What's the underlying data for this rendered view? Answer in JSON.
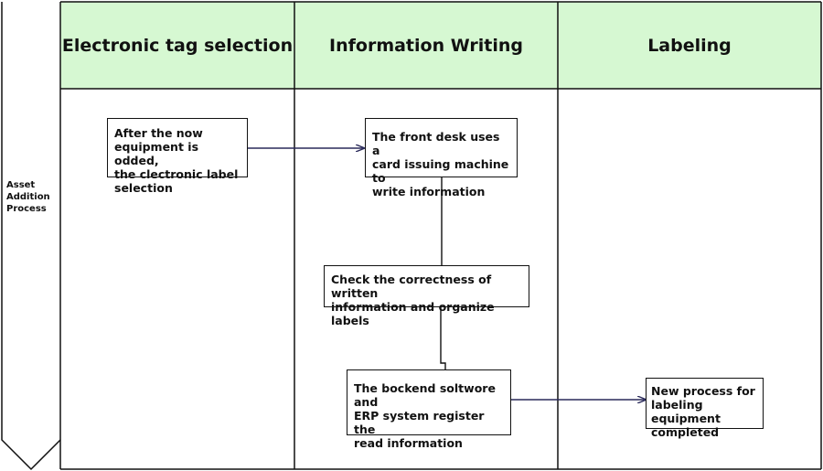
{
  "lanes": [
    {
      "title": "Electronic tag selection"
    },
    {
      "title": "Information Writing"
    },
    {
      "title": "Labeling"
    }
  ],
  "pool_label": "Asset\nAddition\nProcess",
  "steps": {
    "s1": "After the now\nequipment is odded,\nthe clectronic label\nselection",
    "s2": "The front desk uses a\ncard issuing machine to\nwrite information",
    "s3": "Check the correctness of written\ninformation and organize labels",
    "s4": "The bockend soltwore and\nERP system register the\nread information",
    "s5": "New process for\nlabeling equipment\ncompleted"
  },
  "colors": {
    "header": "#d6f8d2",
    "line": "#111111",
    "arrow": "#2a2a5a"
  }
}
